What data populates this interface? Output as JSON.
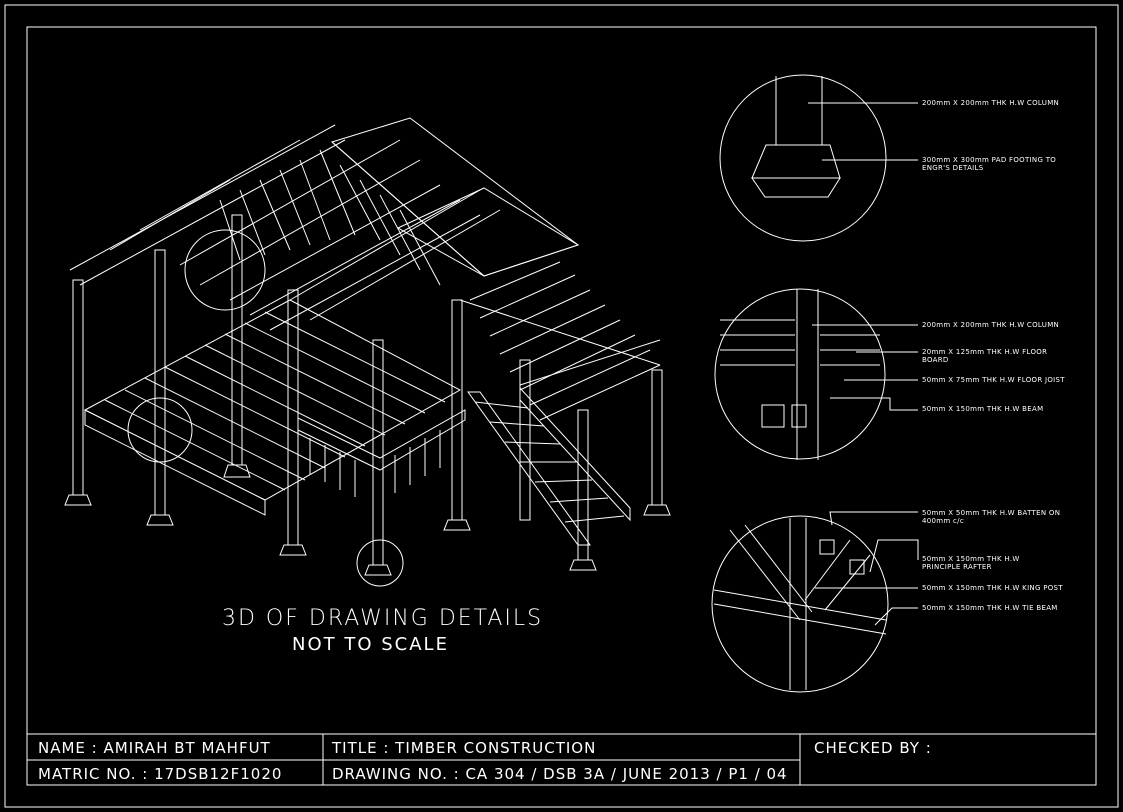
{
  "drawing": {
    "main_title": "3D OF DRAWING DETAILS",
    "main_subtitle": "NOT TO SCALE"
  },
  "details": {
    "column": {
      "label1": "200mm X 200mm THK H.W COLUMN",
      "label2": "300mm X 300mm PAD FOOTING TO ENGR'S DETAILS"
    },
    "floor": {
      "label1": "200mm X 200mm THK H.W COLUMN",
      "label2": "20mm X 125mm THK H.W FLOOR BOARD",
      "label3": "50mm X 75mm THK H.W FLOOR JOIST",
      "label4": "50mm X 150mm THK H.W BEAM"
    },
    "roof": {
      "label1": "50mm X 50mm THK H.W BATTEN ON 400mm c/c",
      "label2": "50mm X 150mm THK H.W PRINCIPLE RAFTER",
      "label3": "50mm X 150mm THK H.W KING POST",
      "label4": "50mm X 150mm THK H.W TIE BEAM"
    }
  },
  "title_block": {
    "name": "NAME : AMIRAH BT MAHFUT",
    "matric": "MATRIC NO. : 17DSB12F1020",
    "title": "TITLE : TIMBER CONSTRUCTION",
    "drawing_no": "DRAWING NO. : CA 304 / DSB 3A / JUNE 2013 / P1 / 04",
    "checked_by": "CHECKED BY :"
  }
}
